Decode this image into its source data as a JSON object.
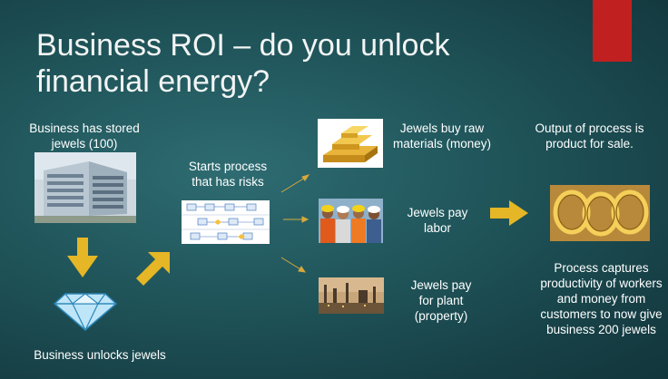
{
  "slide": {
    "title_line1": "Business ROI – do you unlock",
    "title_line2": "financial energy?",
    "accent_color": "#c0201f"
  },
  "labels": {
    "stored_jewels": "Business has stored jewels (100)",
    "unlocks_jewels": "Business unlocks jewels",
    "starts_process": "Starts process that has risks",
    "raw_materials": "Jewels buy raw materials (money)",
    "pay_labor": "Jewels pay labor",
    "pay_plant": "Jewels pay for plant (property)",
    "output": "Output of process is product for sale.",
    "captures": "Process captures productivity of workers and money from customers to now give business 200 jewels"
  },
  "images": {
    "building": "office-building-photo",
    "diamond": "diamond-icon",
    "process_diagram": "process-flow-diagram",
    "gold_bars": "gold-bars-photo",
    "workers": "workers-photo",
    "plant": "industrial-plant-photo",
    "jewelry": "gold-jewelry-photo"
  },
  "colors": {
    "arrow": "#e5b625",
    "arrow_thin": "#d8a93a"
  }
}
